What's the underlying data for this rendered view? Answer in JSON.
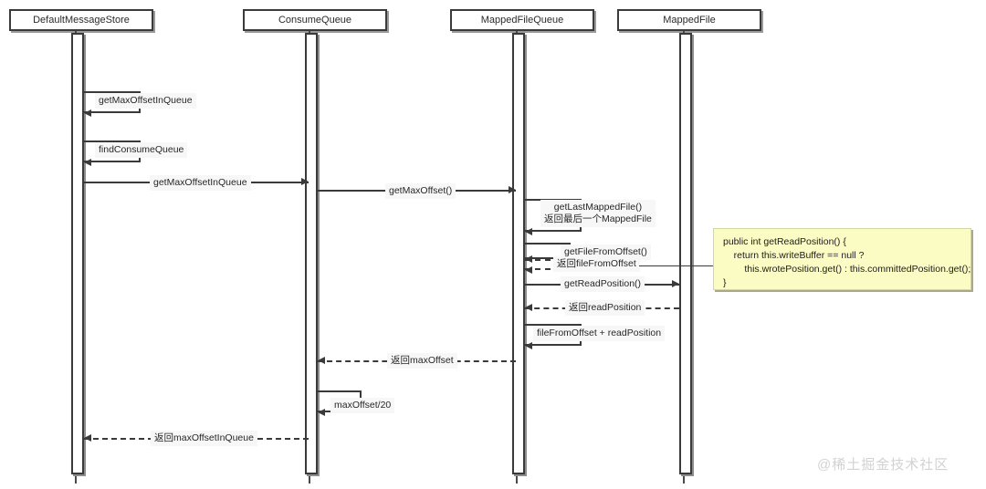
{
  "diagram": {
    "title": "RocketMQ getMaxOffsetInQueue sequence",
    "watermark": "@稀土掘金技术社区",
    "colors": {
      "background": "#ffffff",
      "line": "#3a3a3a",
      "activation_fill": "#ffffff",
      "label_fill": "#f7f7f7",
      "note_fill": "#fbfbc4",
      "note_border": "#d6d6a0",
      "watermark": "#d2d2d2"
    }
  },
  "participants": [
    {
      "id": "default-message-store",
      "label": "DefaultMessageStore"
    },
    {
      "id": "consume-queue",
      "label": "ConsumeQueue"
    },
    {
      "id": "mapped-file-queue",
      "label": "MappedFileQueue"
    },
    {
      "id": "mapped-file",
      "label": "MappedFile"
    }
  ],
  "messages": [
    {
      "id": "m1",
      "label": "getMaxOffsetInQueue",
      "kind": "self",
      "from": "default-message-store",
      "to": "default-message-store"
    },
    {
      "id": "m2",
      "label": "findConsumeQueue",
      "kind": "self",
      "from": "default-message-store",
      "to": "default-message-store"
    },
    {
      "id": "m3",
      "label": "getMaxOffsetInQueue",
      "kind": "call",
      "from": "default-message-store",
      "to": "consume-queue"
    },
    {
      "id": "m4",
      "label": "getMaxOffset()",
      "kind": "call",
      "from": "consume-queue",
      "to": "mapped-file-queue"
    },
    {
      "id": "m5",
      "label": "getLastMappedFile()\n返回最后一个MappedFile",
      "kind": "self",
      "from": "mapped-file-queue",
      "to": "mapped-file-queue"
    },
    {
      "id": "m6",
      "label": "getFileFromOffset()",
      "kind": "self",
      "from": "mapped-file-queue",
      "to": "mapped-file-queue"
    },
    {
      "id": "m7",
      "label": "返回fileFromOffset",
      "kind": "return",
      "from": "mapped-file-queue",
      "to": "mapped-file-queue"
    },
    {
      "id": "m8",
      "label": "getReadPosition()",
      "kind": "call",
      "from": "mapped-file-queue",
      "to": "mapped-file"
    },
    {
      "id": "m9",
      "label": "返回readPosition",
      "kind": "return",
      "from": "mapped-file",
      "to": "mapped-file-queue"
    },
    {
      "id": "m10",
      "label": "fileFromOffset + readPosition",
      "kind": "self",
      "from": "mapped-file-queue",
      "to": "mapped-file-queue"
    },
    {
      "id": "m11",
      "label": "返回maxOffset",
      "kind": "return",
      "from": "mapped-file-queue",
      "to": "consume-queue"
    },
    {
      "id": "m12",
      "label": "maxOffset/20",
      "kind": "self",
      "from": "consume-queue",
      "to": "consume-queue"
    },
    {
      "id": "m13",
      "label": "返回maxOffsetInQueue",
      "kind": "return",
      "from": "consume-queue",
      "to": "default-message-store"
    }
  ],
  "note": {
    "id": "note-get-read-position",
    "attached_to": "mapped-file",
    "text": "public int getReadPosition() {\n    return this.writeBuffer == null ?\n        this.wrotePosition.get() : this.committedPosition.get();\n}"
  }
}
